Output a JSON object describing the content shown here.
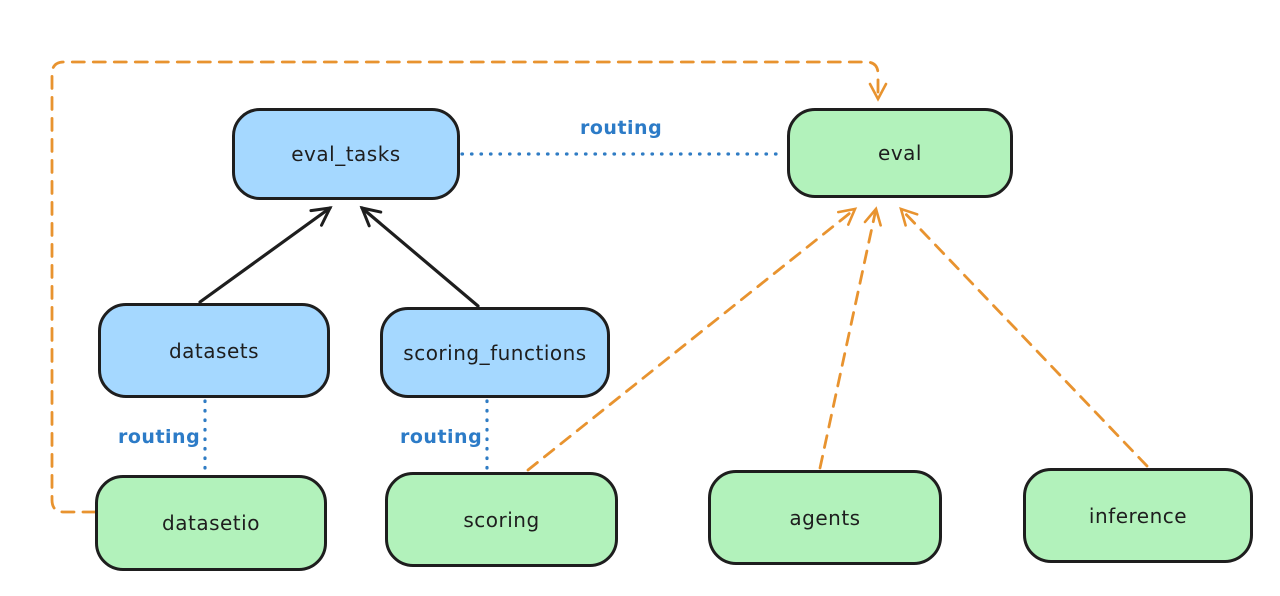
{
  "nodes": {
    "eval_tasks": {
      "label": "eval_tasks",
      "kind": "blue"
    },
    "eval": {
      "label": "eval",
      "kind": "green"
    },
    "datasets": {
      "label": "datasets",
      "kind": "blue"
    },
    "scoring_functions": {
      "label": "scoring_functions",
      "kind": "blue"
    },
    "datasetio": {
      "label": "datasetio",
      "kind": "green"
    },
    "scoring": {
      "label": "scoring",
      "kind": "green"
    },
    "agents": {
      "label": "agents",
      "kind": "green"
    },
    "inference": {
      "label": "inference",
      "kind": "green"
    }
  },
  "edges": [
    {
      "from": "datasets",
      "to": "eval_tasks",
      "style": "solid-arrow",
      "label": ""
    },
    {
      "from": "scoring_functions",
      "to": "eval_tasks",
      "style": "solid-arrow",
      "label": ""
    },
    {
      "from": "eval_tasks",
      "to": "eval",
      "style": "dotted",
      "label": "routing"
    },
    {
      "from": "datasets",
      "to": "datasetio",
      "style": "dotted",
      "label": "routing"
    },
    {
      "from": "scoring_functions",
      "to": "scoring",
      "style": "dotted",
      "label": "routing"
    },
    {
      "from": "datasetio",
      "to": "eval",
      "style": "dashed-arrow",
      "label": ""
    },
    {
      "from": "scoring",
      "to": "eval",
      "style": "dashed-arrow",
      "label": ""
    },
    {
      "from": "agents",
      "to": "eval",
      "style": "dashed-arrow",
      "label": ""
    },
    {
      "from": "inference",
      "to": "eval",
      "style": "dashed-arrow",
      "label": ""
    }
  ],
  "colors": {
    "blue_node_fill": "#a5d8ff",
    "green_node_fill": "#b2f2bb",
    "node_border": "#1e1e1e",
    "solid_arrow": "#1e1e1e",
    "routing_line": "#2f7cc4",
    "routing_text": "#2c7bc7",
    "dashed_arrow": "#e8932f",
    "background": "#ffffff"
  }
}
